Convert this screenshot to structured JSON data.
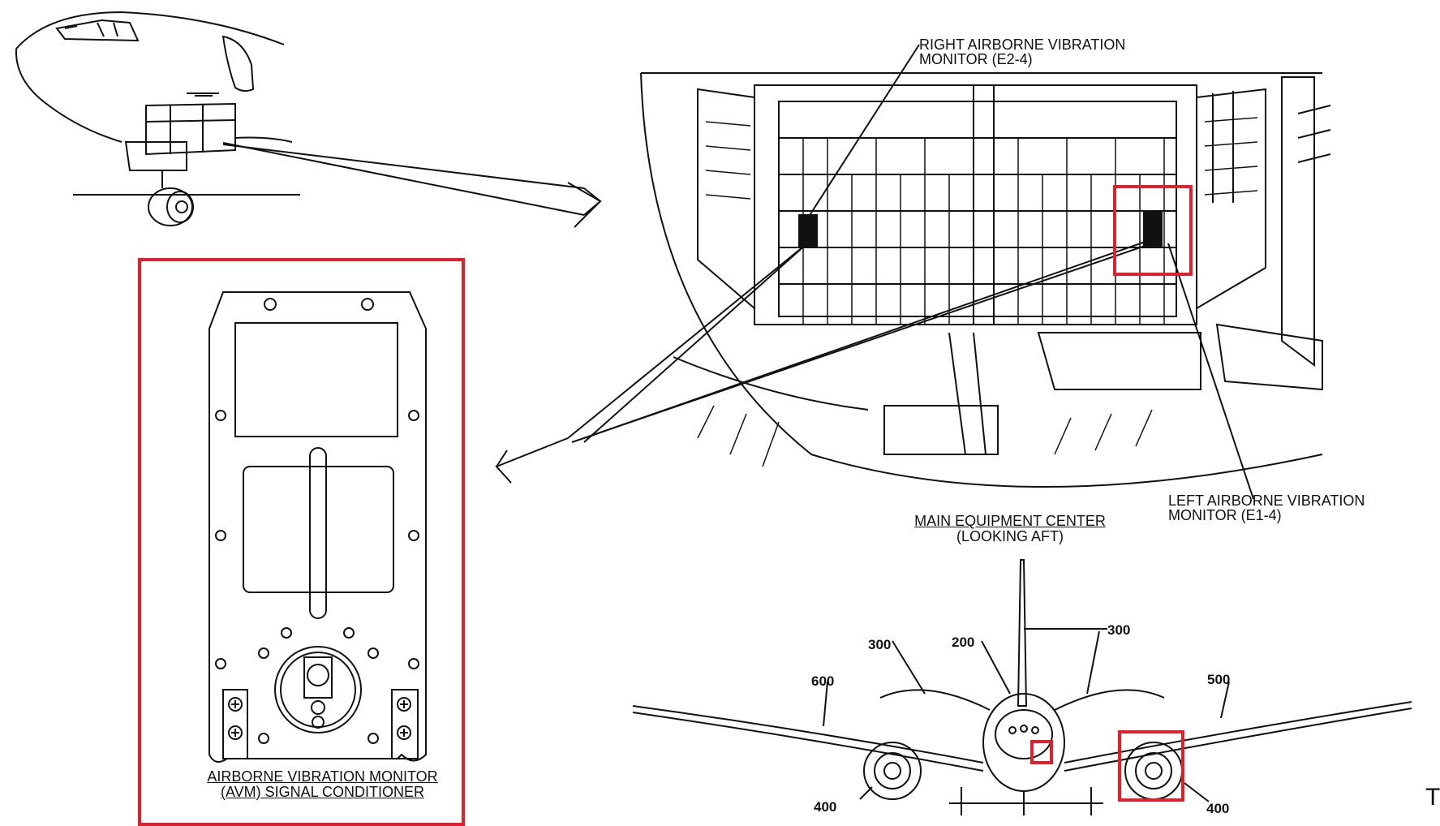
{
  "labels": {
    "right_avm_line1": "RIGHT AIRBORNE VIBRATION",
    "right_avm_line2": "MONITOR (E2-4)",
    "left_avm_line1": "LEFT AIRBORNE VIBRATION",
    "left_avm_line2": "MONITOR (E1-4)",
    "main_center_line1": "MAIN EQUIPMENT CENTER",
    "main_center_line2": "(LOOKING AFT)",
    "avm_line1": "AIRBORNE VIBRATION MONITOR",
    "avm_line2": "(AVM) SIGNAL CONDITIONER",
    "edge_fragment": "T"
  },
  "zone_numbers": {
    "n300_left": "300",
    "n200": "200",
    "n300_right": "300",
    "n600": "600",
    "n500": "500",
    "n400_left": "400",
    "n400_right": "400"
  },
  "colors": {
    "highlight": "#e0202a",
    "ink": "#111111"
  }
}
